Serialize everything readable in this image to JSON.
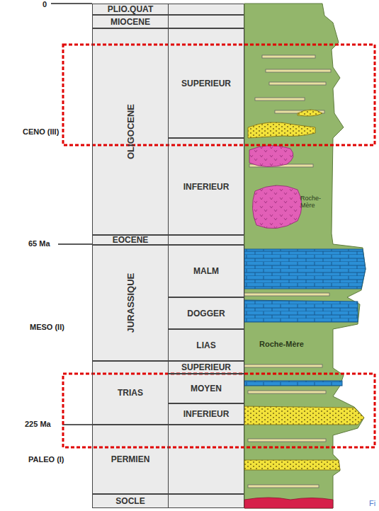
{
  "diagram": {
    "nodes": [
      {
        "text": [
          "PLIO.QUAT"
        ]
      },
      {
        "text": [
          "MIOCENE"
        ]
      },
      {
        "text": [
          "OLIGOCENE"
        ]
      },
      {
        "text": [
          "SUPERIEUR"
        ]
      },
      {
        "text": [
          "INFERIEUR"
        ]
      },
      {
        "text": [
          "EOCENE"
        ]
      },
      {
        "text": [
          "JURASSIQUE"
        ]
      },
      {
        "text": [
          "MALM"
        ]
      },
      {
        "text": [
          "DOGGER"
        ]
      },
      {
        "text": [
          "LIAS"
        ]
      },
      {
        "text": [
          "TRIAS"
        ]
      },
      {
        "text": [
          "SUPERIEUR"
        ]
      },
      {
        "text": [
          "MOYEN"
        ]
      },
      {
        "text": [
          "INFERIEUR"
        ]
      },
      {
        "text": [
          "PERMIEN"
        ]
      },
      {
        "text": [
          "SOCLE"
        ]
      }
    ],
    "labels": [
      "0",
      "CENO (III)",
      "65 Ma",
      "MESO (II)",
      "225 Ma",
      "PALEO (I)",
      "Roche-Mère",
      "Roche-Mère",
      "Fi"
    ]
  }
}
